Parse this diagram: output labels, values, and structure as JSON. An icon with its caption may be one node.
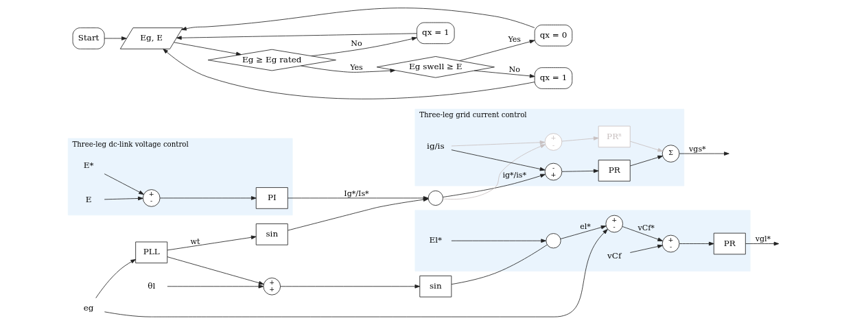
{
  "diagram": {
    "nodes": [
      {
        "text": [
          "Three-leg dc-link voltage control"
        ]
      },
      {
        "text": [
          "E*"
        ],
        "in": 0
      },
      {
        "text": [
          "+",
          "-"
        ],
        "in": 0
      },
      {
        "text": [
          "E"
        ],
        "in": 0
      },
      {
        "text": [
          "PI"
        ],
        "in": 0
      },
      {
        "text": [],
        "shape": "circle"
      },
      {
        "text": [
          "Three-leg grid current control"
        ]
      },
      {
        "text": [
          "ig/is"
        ],
        "in": 6
      },
      {
        "text": [
          "-",
          "+"
        ],
        "in": 6
      },
      {
        "text": [
          "PR"
        ],
        "in": 6
      },
      {
        "text": [
          "+",
          "-"
        ],
        "in": 6
      },
      {
        "text": [
          "PRⁿ"
        ],
        "in": 6
      },
      {
        "text": [
          "Σ"
        ],
        "in": 6
      },
      {
        "text": [
          "eg"
        ]
      },
      {
        "text": [
          "PLL"
        ]
      },
      {
        "text": [
          "sin"
        ]
      },
      {
        "text": [
          "θl"
        ]
      },
      {
        "text": [
          "+",
          "+"
        ]
      },
      {
        "text": [
          "sin"
        ]
      },
      {
        "text": [],
        "shape": "box"
      },
      {
        "text": [
          "El*"
        ],
        "in": 19
      },
      {
        "text": [],
        "shape": "circle",
        "in": 19
      },
      {
        "text": [
          "+",
          "-"
        ],
        "in": 19
      },
      {
        "text": [
          "+",
          "-"
        ],
        "in": 19
      },
      {
        "text": [
          "vCf"
        ],
        "in": 19
      },
      {
        "text": [
          "PR"
        ],
        "in": 19
      },
      {
        "text": [
          "Start"
        ]
      },
      {
        "text": [
          "Eg, E"
        ]
      },
      {
        "text": [
          "Eg ≥ Eg rated"
        ]
      },
      {
        "text": [
          "qx = 1"
        ]
      },
      {
        "text": [
          "Eg swell ≥ E"
        ]
      },
      {
        "text": [
          "qx = 0"
        ]
      },
      {
        "text": [
          "qx = 1"
        ]
      }
    ],
    "edges": [
      {
        "from": 1,
        "to": 2,
        "arrow": "to"
      },
      {
        "from": 3,
        "to": 2,
        "arrow": "to"
      },
      {
        "from": 2,
        "to": 4,
        "arrow": "to"
      },
      {
        "from": 4,
        "to": 5,
        "arrow": "to",
        "label": "Ig*/Is*"
      },
      {
        "from": 15,
        "to": 5,
        "arrow": "to"
      },
      {
        "from": 5,
        "to": 8,
        "arrow": "to",
        "label": "ig*/is*"
      },
      {
        "from": 5,
        "to": 10,
        "arrow": "to",
        "color": "#c8c0c0"
      },
      {
        "from": 7,
        "to": 8,
        "arrow": "to"
      },
      {
        "from": 7,
        "to": 10,
        "arrow": "to",
        "color": "#c8c0c0"
      },
      {
        "from": 8,
        "to": 9,
        "arrow": "to"
      },
      {
        "from": 9,
        "to": 12,
        "arrow": "to"
      },
      {
        "from": 10,
        "to": 11,
        "arrow": "to",
        "color": "#c8c0c0"
      },
      {
        "from": 11,
        "to": 12,
        "arrow": "to",
        "color": "#c8c0c0"
      },
      {
        "from": 12,
        "to": null,
        "arrow": "to",
        "label": "vgs*"
      },
      {
        "from": 13,
        "to": 14,
        "arrow": "to"
      },
      {
        "from": 14,
        "to": 15,
        "arrow": "to",
        "label": "wt"
      },
      {
        "from": 14,
        "to": 17,
        "arrow": "to"
      },
      {
        "from": 16,
        "to": 17,
        "arrow": "to"
      },
      {
        "from": 17,
        "to": 18,
        "arrow": "to"
      },
      {
        "from": 13,
        "to": 22,
        "arrow": "to"
      },
      {
        "from": 18,
        "to": 21,
        "arrow": "none"
      },
      {
        "from": 20,
        "to": 21,
        "arrow": "to"
      },
      {
        "from": 21,
        "to": 22,
        "arrow": "to",
        "label": "el*"
      },
      {
        "from": 22,
        "to": 23,
        "arrow": "to",
        "label": "vCf*"
      },
      {
        "from": 24,
        "to": 23,
        "arrow": "to"
      },
      {
        "from": 23,
        "to": 25,
        "arrow": "to"
      },
      {
        "from": 25,
        "to": null,
        "arrow": "to",
        "label": "vgl*"
      },
      {
        "from": 26,
        "to": 27,
        "arrow": "to"
      },
      {
        "from": 27,
        "to": 28,
        "arrow": "to"
      },
      {
        "from": 28,
        "to": 29,
        "arrow": "to",
        "label": "No"
      },
      {
        "from": 28,
        "to": 30,
        "arrow": "to",
        "label": "Yes"
      },
      {
        "from": 30,
        "to": 31,
        "arrow": "to",
        "label": "Yes"
      },
      {
        "from": 30,
        "to": 32,
        "arrow": "to",
        "label": "No"
      },
      {
        "from": 29,
        "to": 27,
        "arrow": "to"
      },
      {
        "from": 31,
        "to": 27,
        "arrow": "to"
      },
      {
        "from": 32,
        "to": 27,
        "arrow": "to"
      }
    ]
  }
}
